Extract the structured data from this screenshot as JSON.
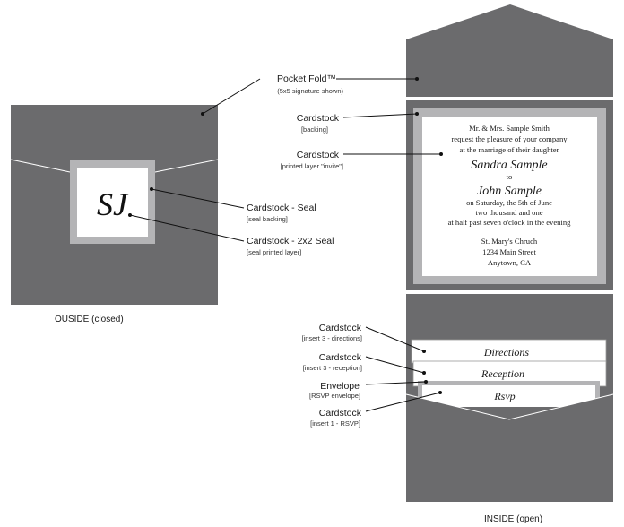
{
  "monogram": "SJ",
  "colors": {
    "pocket": "#6b6b6d",
    "backing": "#b4b4b6",
    "card": "#ffffff",
    "leader": "#111111"
  },
  "labels": {
    "pocket_fold": {
      "title": "Pocket Fold™",
      "sub": "(5x5 signature shown)"
    },
    "backing": {
      "title": "Cardstock",
      "sub": "[backing]"
    },
    "invite": {
      "title": "Cardstock",
      "sub": "[printed layer \"invite\"]"
    },
    "seal": {
      "title": "Cardstock - Seal",
      "sub": "[seal backing]"
    },
    "seal_2x2": {
      "title": "Cardstock - 2x2 Seal",
      "sub": "[seal printed layer]"
    },
    "directions": {
      "title": "Cardstock",
      "sub": "[insert 3 - directions]"
    },
    "reception": {
      "title": "Cardstock",
      "sub": "[insert 3 - reception]"
    },
    "envelope": {
      "title": "Envelope",
      "sub": "[RSVP envelope]"
    },
    "rsvp": {
      "title": "Cardstock",
      "sub": "[insert 1 - RSVP]"
    }
  },
  "captions": {
    "outside": "OUSIDE (closed)",
    "inside": "INSIDE  (open)"
  },
  "invitation": {
    "line1": "Mr. & Mrs. Sample Smith",
    "line2": "request the pleasure of your company",
    "line3": "at the marriage of their daughter",
    "bride": "Sandra Sample",
    "to": "to",
    "groom": "John Sample",
    "line4": "on Saturday, the 5th of June",
    "line5": "two thousand and one",
    "line6": "at half past seven o'clock in the evening",
    "venue1": "St. Mary's Chruch",
    "venue2": "1234 Main Street",
    "venue3": "Anytown, CA"
  },
  "inserts": {
    "directions": "Directions",
    "reception": "Reception",
    "rsvp": "Rsvp"
  }
}
